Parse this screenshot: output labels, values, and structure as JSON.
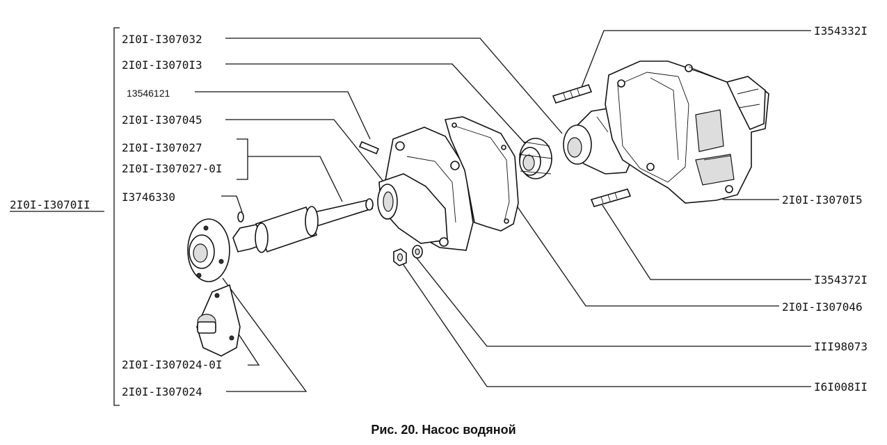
{
  "labels": {
    "assembly": "2I0I-I3070II",
    "l1": "2I0I-I307032",
    "l2": "2I0I-I3070I3",
    "l3": "13546121",
    "l4": "2I0I-I307045",
    "l5a": "2I0I-I307027",
    "l5b": "2I0I-I307027-0I",
    "l6": "I3746330",
    "l7": "2I0I-I307024-0I",
    "l8": "2I0I-I307024",
    "r1": "I354332I",
    "r2": "2I0I-I3070I5",
    "r3": "I354372I",
    "r4": "2I0I-I307046",
    "r5": "III98073",
    "r6": "I6I008II"
  },
  "caption": "Рис. 20. Насос водяной"
}
